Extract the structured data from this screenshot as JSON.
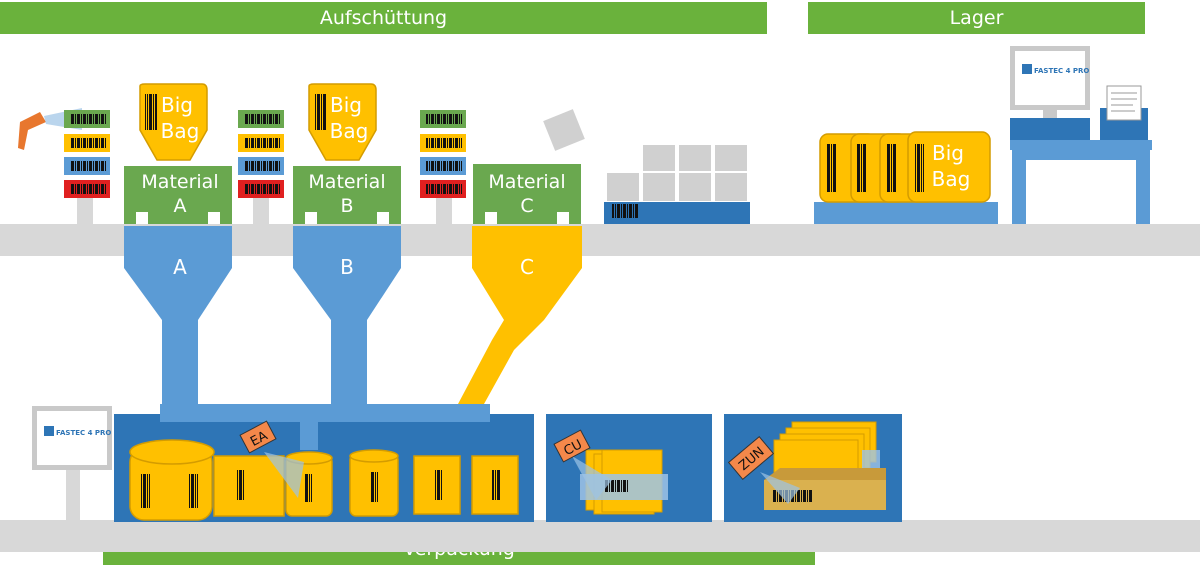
{
  "banners": {
    "aufschuettung": "Aufschüttung",
    "lager": "Lager",
    "verpackung": "Verpackung"
  },
  "bigbags": [
    {
      "line1": "Big",
      "line2": "Bag"
    },
    {
      "line1": "Big",
      "line2": "Bag"
    }
  ],
  "stations": [
    {
      "label": "Material",
      "letter": "A",
      "hopper": "A"
    },
    {
      "label": "Material",
      "letter": "B",
      "hopper": "B"
    },
    {
      "label": "Material",
      "letter": "C",
      "hopper": "C"
    }
  ],
  "storage_bigbag": {
    "line1": "Big",
    "line2": "Bag"
  },
  "terminal_logo": "FASTEC 4 PRO",
  "packaging_tags": {
    "ea": "EA",
    "cu": "CU",
    "zun": "ZUN"
  },
  "colors": {
    "banner_green": "#6ab23c",
    "material_green": "#6aa84f",
    "hopper_blue": "#5b9bd5",
    "hopper_yellow": "#ffc000",
    "belt_gray": "#d8d8d8",
    "pack_blue": "#2e75b6",
    "tag_orange": "#f4884a"
  },
  "icons": [
    "scanner-icon",
    "barcode-icon",
    "monitor-icon",
    "printer-icon",
    "box-icon"
  ]
}
